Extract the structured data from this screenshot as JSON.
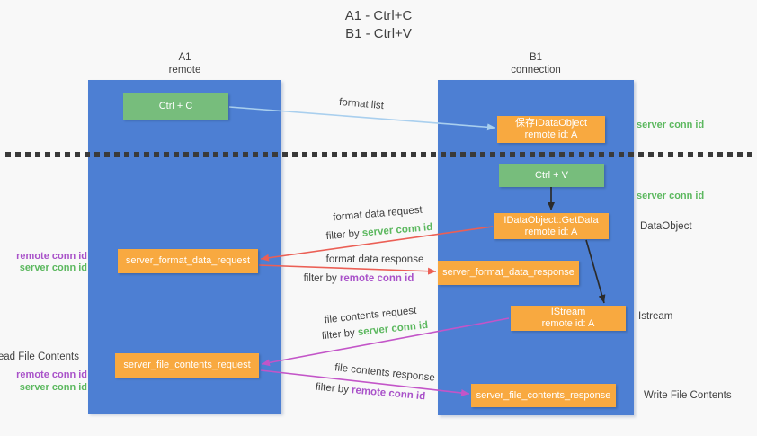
{
  "title": {
    "line1": "A1 - Ctrl+C",
    "line2": "B1 - Ctrl+V"
  },
  "lanes": {
    "a1": {
      "name": "A1",
      "subtitle": "remote"
    },
    "b1": {
      "name": "B1",
      "subtitle": "connection"
    }
  },
  "nodes": {
    "ctrl_c": {
      "label": "Ctrl + C"
    },
    "save_idataobject": {
      "line1": "保存IDataObject",
      "line2": "remote id: A"
    },
    "ctrl_v": {
      "label": "Ctrl + V"
    },
    "getdata": {
      "line1": "IDataObject::GetData",
      "line2": "remote id: A"
    },
    "format_request": {
      "label": "server_format_data_request"
    },
    "format_response": {
      "label": "server_format_data_response"
    },
    "istream": {
      "line1": "IStream",
      "line2": "remote id: A"
    },
    "file_request": {
      "label": "server_file_contents_request"
    },
    "file_response": {
      "label": "server_file_contents_response"
    }
  },
  "labels": {
    "format_list": "format list",
    "format_data_request": "format data request",
    "format_data_response": "format data response",
    "file_contents_request": "file contents request",
    "file_contents_response": "file contents response",
    "filter_by": "filter by ",
    "server_conn_id": "server conn id",
    "remote_conn_id": "remote conn id",
    "dataobject": "DataObject",
    "istream": "Istream",
    "read_file_contents": "Read File Contents",
    "write_file_contents": "Write File Contents"
  },
  "colors": {
    "background": "#f8f8f8",
    "lane_blue": "#4d7fd3",
    "node_green": "#77bd7c",
    "node_orange": "#f8a940",
    "text_green": "#5cb85f",
    "text_purple": "#a952c9",
    "text_dark": "#3f3f3f",
    "arrow_lightblue": "#a9cfee",
    "arrow_red": "#eb5f55",
    "arrow_magenta": "#c355c8",
    "arrow_black": "#2b2b2b",
    "divider_dark": "#3a3a3a"
  }
}
